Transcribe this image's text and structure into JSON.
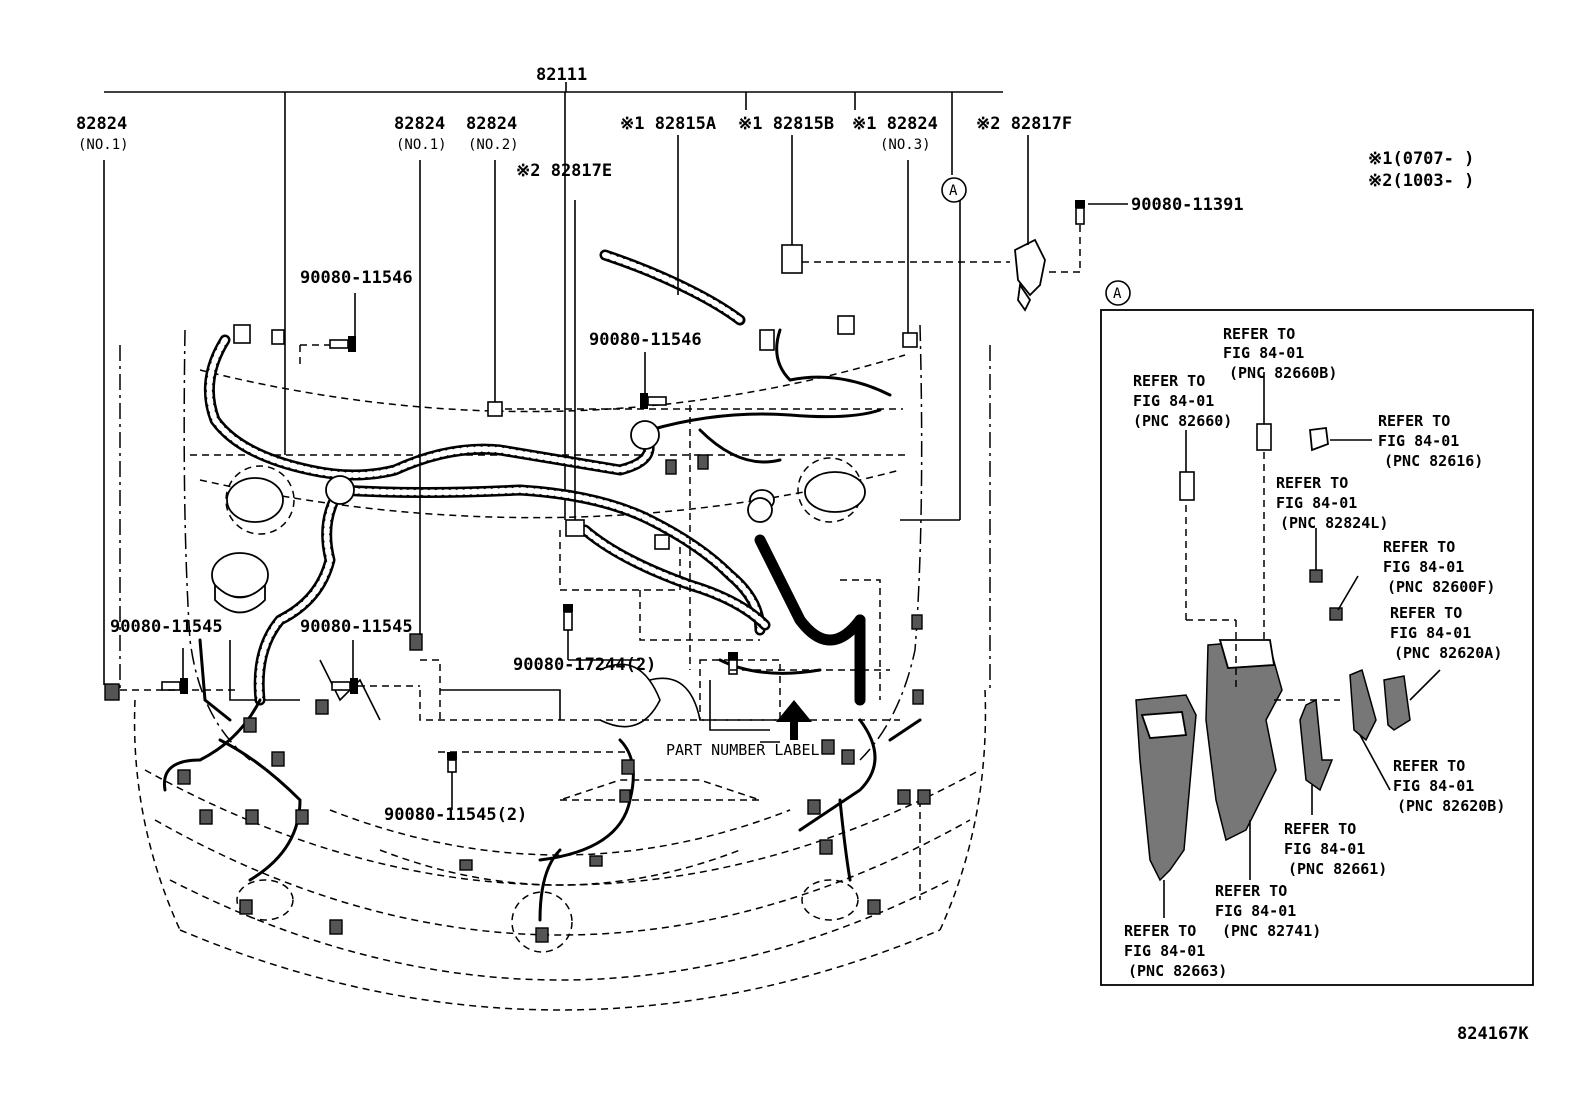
{
  "labels": {
    "main_harness": "82111",
    "p82824_left": "82824",
    "p82824_left_sub": "(NO.1)",
    "p82824_no1": "82824",
    "p82824_no1_sub": "(NO.1)",
    "p82824_no2": "82824",
    "p82824_no2_sub": "(NO.2)",
    "p82815a": "※1 82815A",
    "p82815b": "※1 82815B",
    "p82824_no3": "※1 82824",
    "p82824_no3_sub": "(NO.3)",
    "p82817f": "※2 82817F",
    "p82817e": "※2 82817E",
    "circle_a": "A",
    "bolt_11391": "90080-11391",
    "bolt_11546_left": "90080-11546",
    "bolt_11546_center": "90080-11546",
    "bolt_11545_left": "90080-11545",
    "bolt_11545_mid": "90080-11545",
    "bolt_17244": "90080-17244(2)",
    "bolt_11545_bottom": "90080-11545(2)",
    "part_number_label": "PART NUMBER LABEL",
    "note1": "※1(0707-      )",
    "note2": "※2(1003-      )",
    "figure_code": "824167K"
  },
  "inset": {
    "marker": "A",
    "refs": [
      [
        "REFER TO",
        "FIG 84-01",
        "(PNC 82660B)"
      ],
      [
        "REFER TO",
        "FIG 84-01",
        "(PNC 82660)"
      ],
      [
        "REFER TO",
        "FIG 84-01",
        "(PNC 82616)"
      ],
      [
        "REFER TO",
        "FIG 84-01",
        "(PNC 82824L)"
      ],
      [
        "REFER TO",
        "FIG 84-01",
        "(PNC 82600F)"
      ],
      [
        "REFER TO",
        "FIG 84-01",
        "(PNC 82620A)"
      ],
      [
        "REFER TO",
        "FIG 84-01",
        "(PNC 82620B)"
      ],
      [
        "REFER TO",
        "FIG 84-01",
        "(PNC 82661)"
      ],
      [
        "REFER TO",
        "FIG 84-01",
        "(PNC 82741)"
      ],
      [
        "REFER TO",
        "FIG 84-01",
        "(PNC 82663)"
      ]
    ]
  }
}
